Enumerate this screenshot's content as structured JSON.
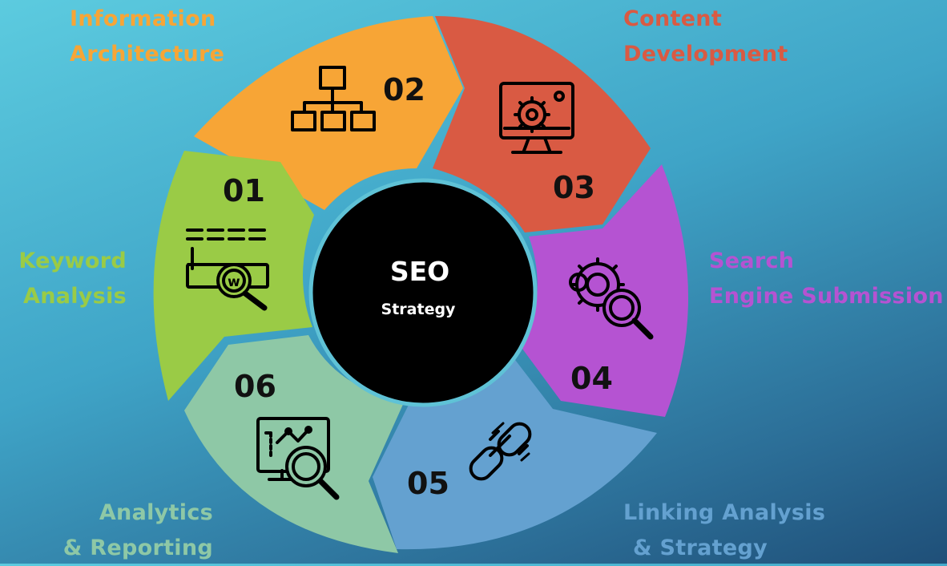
{
  "center": {
    "title": "SEO",
    "subtitle": "Strategy"
  },
  "steps": [
    {
      "number": "01",
      "label_lines": [
        "Keyword",
        "Analysis"
      ],
      "color": "#9acb46",
      "icon": "keyword-search-icon"
    },
    {
      "number": "02",
      "label_lines": [
        "Information",
        "Architecture"
      ],
      "color": "#f7a536",
      "icon": "sitemap-icon"
    },
    {
      "number": "03",
      "label_lines": [
        "Content",
        "Development"
      ],
      "color": "#d95a43",
      "icon": "monitor-gear-icon"
    },
    {
      "number": "04",
      "label_lines": [
        "Search",
        "Engine Submission"
      ],
      "color": "#b553d2",
      "icon": "gears-magnifier-icon"
    },
    {
      "number": "05",
      "label_lines": [
        "Linking Analysis",
        "& Strategy"
      ],
      "color": "#64a1d0",
      "icon": "chain-link-icon"
    },
    {
      "number": "06",
      "label_lines": [
        "Analytics",
        "& Reporting"
      ],
      "color": "#8ec8a6",
      "icon": "analytics-magnifier-icon"
    }
  ]
}
